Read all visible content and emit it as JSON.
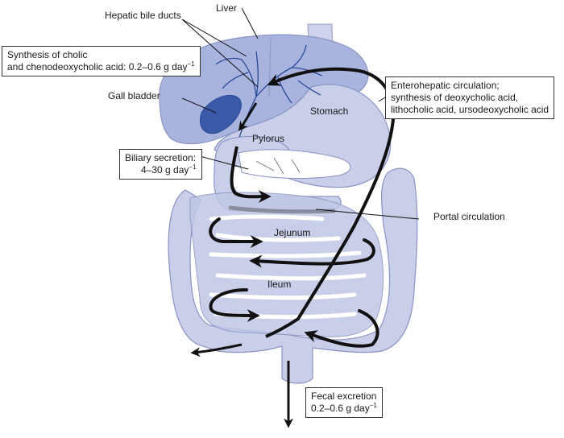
{
  "labels": {
    "liver": "Liver",
    "hepatic_bile_ducts": "Hepatic bile ducts",
    "gall_bladder": "Gall bladder",
    "stomach": "Stomach",
    "pylorus": "Pylorus",
    "jejunum": "Jejunum",
    "ileum": "Ileum",
    "portal_circulation": "Portal circulation"
  },
  "boxes": {
    "synthesis": {
      "line1": "Synthesis of cholic",
      "line2": "and chenodeoxycholic acid:  0.2–0.6 g day",
      "exponent": "−1"
    },
    "enterohepatic": {
      "line1": "Enterohepatic circulation;",
      "line2": "synthesis of  deoxycholic acid,",
      "line3": "lithocholic acid, ursodeoxycholic acid"
    },
    "biliary": {
      "line1": "Biliary secretion:",
      "line2": "4–30 g day",
      "exponent": "−1"
    },
    "fecal": {
      "line1": "Fecal excretion",
      "line2": "0.2–0.6 g day",
      "exponent": "−1"
    }
  },
  "colors": {
    "organ_fill": "#c9cfe9",
    "organ_stroke": "#8a93c4",
    "liver_fill": "#a9b4de",
    "bile_blue": "#2a4a9a",
    "gallbladder": "#3a5aa8",
    "arrow": "#111111"
  }
}
